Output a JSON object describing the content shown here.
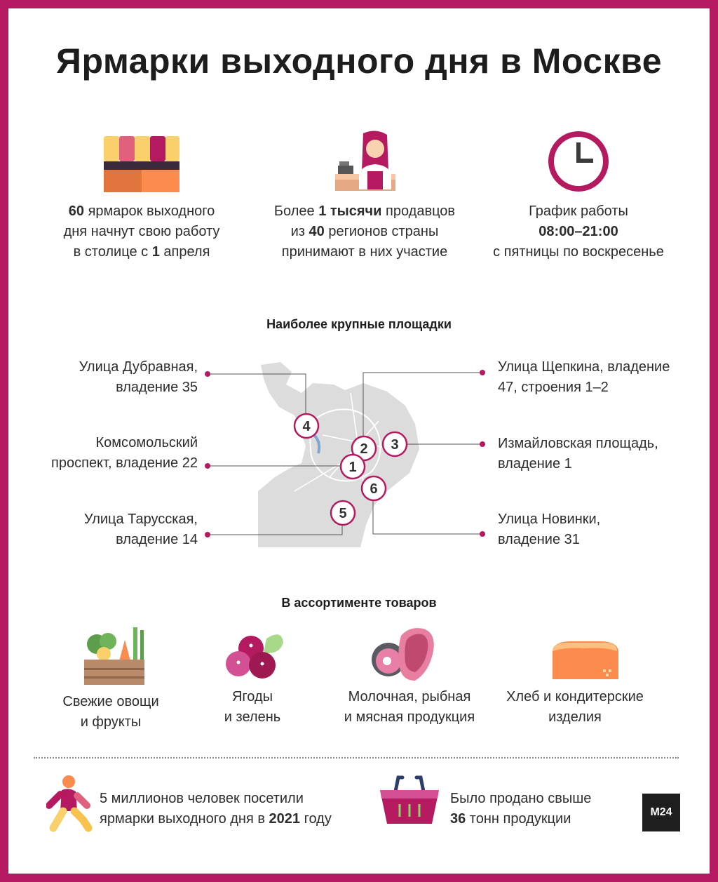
{
  "title": "Ярмарки выходного дня в Москве",
  "colors": {
    "accent": "#b5195f",
    "orange": "#fb8c4e",
    "map": "#dcdcdc"
  },
  "stats": [
    {
      "icon": "market-stall-icon",
      "lines": [
        [
          "60",
          " ярмарок выходного"
        ],
        [
          "дня начнут свою работу"
        ],
        [
          "в столице с ",
          "1",
          " апреля"
        ]
      ]
    },
    {
      "icon": "seller-icon",
      "lines": [
        [
          "Более ",
          "1 тысячи",
          " продавцов"
        ],
        [
          "из ",
          "40",
          " регионов страны"
        ],
        [
          "принимают в них участие"
        ]
      ]
    },
    {
      "icon": "clock-icon",
      "lines": [
        [
          "График работы"
        ],
        [
          "08:00–21:00"
        ],
        [
          "с пятницы по воскресенье"
        ]
      ]
    }
  ],
  "sites_heading": "Наиболее крупные площадки",
  "sites": [
    {
      "num": "1",
      "lines": [
        "Комсомольский",
        "проспект, владение 22"
      ]
    },
    {
      "num": "2",
      "lines": [
        "Улица Щепкина, владение",
        "47, строения 1–2"
      ]
    },
    {
      "num": "3",
      "lines": [
        "Измайловская площадь,",
        "владение 1"
      ]
    },
    {
      "num": "4",
      "lines": [
        "Улица Дубравная,",
        "владение 35"
      ]
    },
    {
      "num": "5",
      "lines": [
        "Улица Тарусская,",
        "владение 14"
      ]
    },
    {
      "num": "6",
      "lines": [
        "Улица Новинки,",
        "владение 31"
      ]
    }
  ],
  "goods_heading": "В ассортименте товаров",
  "goods": [
    {
      "icon": "vegetables-icon",
      "lines": [
        "Свежие овощи",
        "и фрукты"
      ]
    },
    {
      "icon": "berries-icon",
      "lines": [
        "Ягоды",
        "и зелень"
      ]
    },
    {
      "icon": "meat-fish-icon",
      "lines": [
        "Молочная, рыбная",
        "и мясная продукция"
      ]
    },
    {
      "icon": "bread-icon",
      "lines": [
        "Хлеб и кондитерские",
        "изделия"
      ]
    }
  ],
  "footer": [
    {
      "icon": "walking-person-icon",
      "lines": [
        [
          "5 миллионов человек посетили"
        ],
        [
          "ярмарки выходного дня в ",
          "2021",
          " году"
        ]
      ]
    },
    {
      "icon": "basket-icon",
      "lines": [
        [
          "Было продано свыше"
        ],
        [
          "36",
          " тонн продукции"
        ]
      ]
    }
  ],
  "logo": "M24"
}
